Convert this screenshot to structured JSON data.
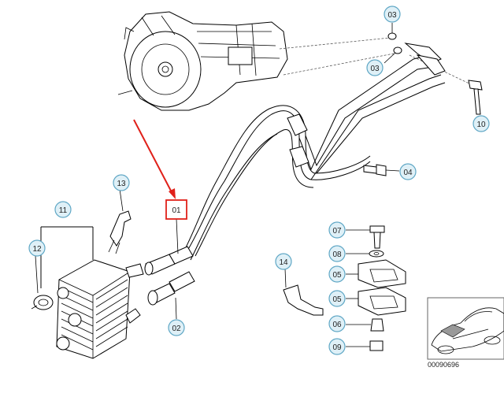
{
  "diagram": {
    "highlighted_label": "01",
    "callouts": [
      {
        "id": "c01",
        "label": "01"
      },
      {
        "id": "c02",
        "label": "02"
      },
      {
        "id": "c03a",
        "label": "03"
      },
      {
        "id": "c03b",
        "label": "03"
      },
      {
        "id": "c04",
        "label": "04"
      },
      {
        "id": "c05a",
        "label": "05"
      },
      {
        "id": "c05b",
        "label": "05"
      },
      {
        "id": "c06",
        "label": "06"
      },
      {
        "id": "c07",
        "label": "07"
      },
      {
        "id": "c08",
        "label": "08"
      },
      {
        "id": "c09",
        "label": "09"
      },
      {
        "id": "c10",
        "label": "10"
      },
      {
        "id": "c11",
        "label": "11"
      },
      {
        "id": "c12",
        "label": "12"
      },
      {
        "id": "c13",
        "label": "13"
      },
      {
        "id": "c14",
        "label": "14"
      }
    ],
    "diagram_code": "00090696",
    "colors": {
      "callout_fill": "#dff0f7",
      "callout_stroke": "#5fa7c5",
      "highlight": "#e0211a",
      "line": "#000000"
    }
  }
}
